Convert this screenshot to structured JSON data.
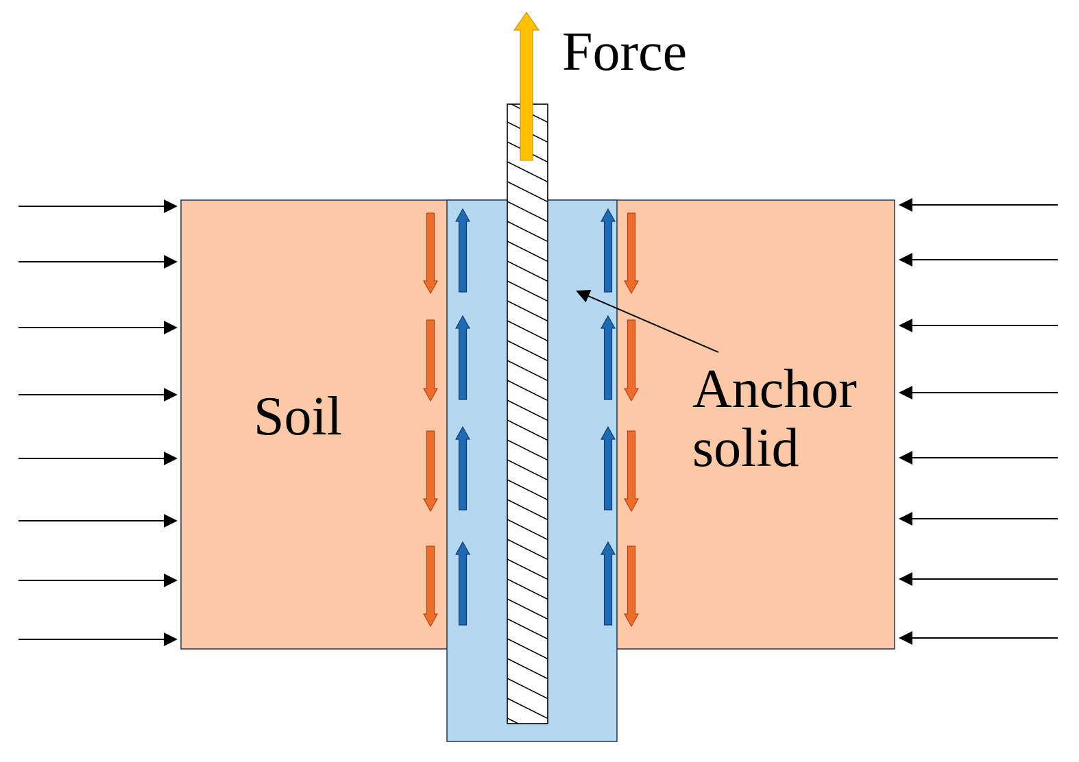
{
  "labels": {
    "force": "Force",
    "soil": "Soil",
    "anchor_line1": "Anchor",
    "anchor_line2": "solid"
  },
  "colors": {
    "soil": "#fcc9a6",
    "anchor_solid": "#b3d8ef",
    "rod": "#ffffff",
    "force_arrow": "#ffc000",
    "soil_friction_arrow": "#ed6d2b",
    "anchor_friction_arrow": "#1f6ab4",
    "pressure_arrow": "#000000"
  },
  "icons": {
    "force": "up-arrow-icon",
    "soil_friction": "down-arrow-icon",
    "anchor_friction": "up-arrow-icon",
    "pressure": "right-arrow-icon"
  }
}
